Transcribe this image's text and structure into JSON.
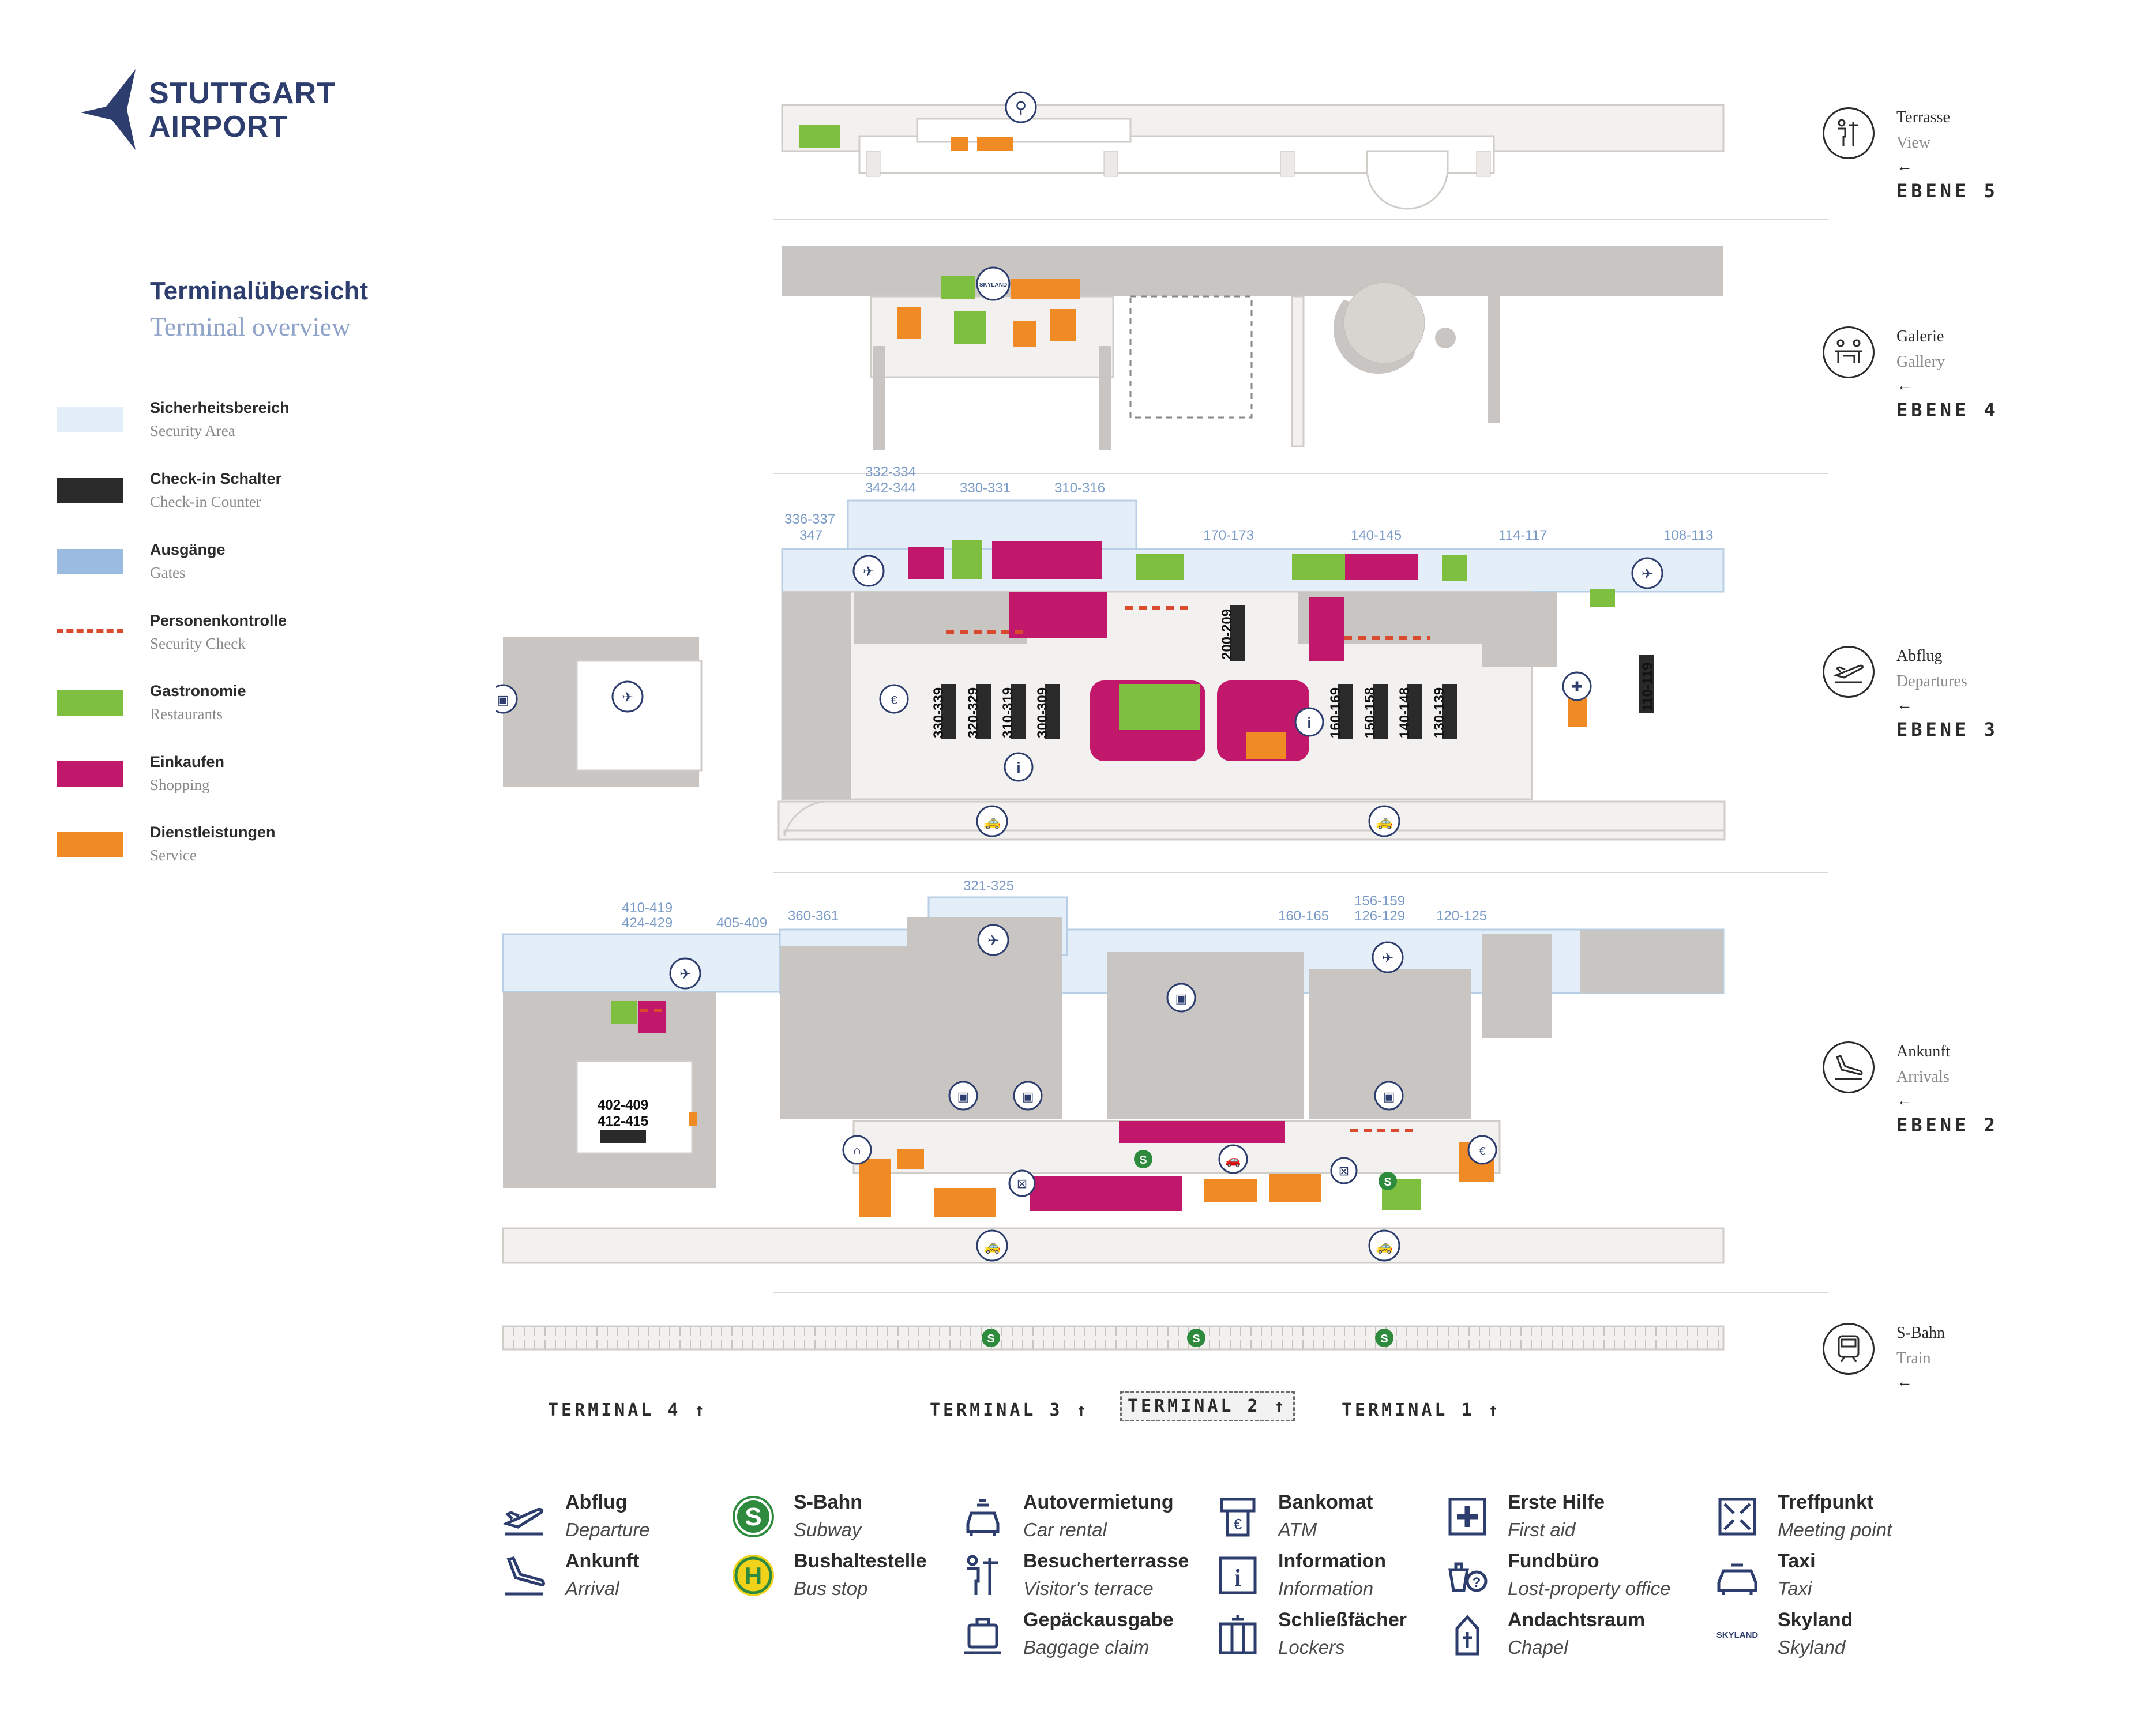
{
  "logo": {
    "line1": "STUTTGART",
    "line2": "AIRPORT"
  },
  "overview": {
    "title_de": "Terminalübersicht",
    "title_en": "Terminal overview"
  },
  "colors": {
    "security": "#e3eef8",
    "checkin": "#2a2a2a",
    "gates": "#9bbbe0",
    "seccheck": "#d94a2e",
    "gastro": "#7fbf3f",
    "shopping": "#c2186b",
    "service": "#f08a24",
    "building": "#c9c5c2",
    "navy": "#2d3e6e"
  },
  "legend": [
    {
      "de": "Sicherheitsbereich",
      "en": "Security Area",
      "type": "security"
    },
    {
      "de": "Check-in Schalter",
      "en": "Check-in Counter",
      "type": "checkin"
    },
    {
      "de": "Ausgänge",
      "en": "Gates",
      "type": "gates"
    },
    {
      "de": "Personenkontrolle",
      "en": "Security Check",
      "type": "seccheck"
    },
    {
      "de": "Gastronomie",
      "en": "Restaurants",
      "type": "gastro"
    },
    {
      "de": "Einkaufen",
      "en": "Shopping",
      "type": "shopping"
    },
    {
      "de": "Dienstleistungen",
      "en": "Service",
      "type": "service"
    }
  ],
  "levels": [
    {
      "de": "Terrasse",
      "en": "View",
      "arrow": "←",
      "ebene": "EBENE 5",
      "icon": "visitor-terrace-icon"
    },
    {
      "de": "Galerie",
      "en": "Gallery",
      "arrow": "←",
      "ebene": "EBENE 4",
      "icon": "gallery-icon"
    },
    {
      "de": "Abflug",
      "en": "Departures",
      "arrow": "←",
      "ebene": "EBENE 3",
      "icon": "departure-icon"
    },
    {
      "de": "Ankunft",
      "en": "Arrivals",
      "arrow": "←",
      "ebene": "EBENE 2",
      "icon": "arrival-icon"
    },
    {
      "de": "S-Bahn",
      "en": "Train",
      "arrow": "←",
      "ebene": "",
      "icon": "train-icon"
    }
  ],
  "map": {
    "skyland_badge": "SKYLAND",
    "gates_l3": {
      "g332": "332-334",
      "g342": "342-344",
      "g330": "330-331",
      "g310": "310-316",
      "g336": "336-337",
      "g347": "347",
      "g170": "170-173",
      "g140": "140-145",
      "g114": "114-117",
      "g108": "108-113"
    },
    "checkin_l3": [
      "330-339",
      "320-329",
      "310-319",
      "300-309",
      "200-209",
      "160-169",
      "150-158",
      "140-148",
      "130-139",
      "110-119"
    ],
    "gates_l2": {
      "g410": "410-419",
      "g424": "424-429",
      "g405": "405-409",
      "g360": "360-361",
      "g321": "321-325",
      "g160": "160-165",
      "g156": "156-159",
      "g126": "126-129",
      "g120": "120-125"
    },
    "checkin_l2": {
      "a": "402-409",
      "b": "412-415"
    },
    "sbahn_symbol": "S"
  },
  "terminals": [
    {
      "label": "TERMINAL 4 ↑"
    },
    {
      "label": "TERMINAL 3 ↑"
    },
    {
      "label": "TERMINAL 2 ↑"
    },
    {
      "label": "TERMINAL 1 ↑"
    }
  ],
  "bottom_legend": [
    {
      "de": "Abflug",
      "en": "Departure",
      "icon": "departure-icon"
    },
    {
      "de": "Ankunft",
      "en": "Arrival",
      "icon": "arrival-icon"
    },
    {
      "de": "S-Bahn",
      "en": "Subway",
      "icon": "s-bahn-icon",
      "glyph": "S"
    },
    {
      "de": "Bushaltestelle",
      "en": "Bus stop",
      "icon": "bus-stop-icon",
      "glyph": "H"
    },
    {
      "de": "Autovermietung",
      "en": "Car rental",
      "icon": "car-rental-icon"
    },
    {
      "de": "Besucherterrasse",
      "en": "Visitor's terrace",
      "icon": "visitor-terrace-icon"
    },
    {
      "de": "Gepäckausgabe",
      "en": "Baggage claim",
      "icon": "baggage-claim-icon"
    },
    {
      "de": "Bankomat",
      "en": "ATM",
      "icon": "atm-icon"
    },
    {
      "de": "Information",
      "en": "Information",
      "icon": "information-icon"
    },
    {
      "de": "Schließfächer",
      "en": "Lockers",
      "icon": "lockers-icon"
    },
    {
      "de": "Erste Hilfe",
      "en": "First aid",
      "icon": "first-aid-icon"
    },
    {
      "de": "Fundbüro",
      "en": "Lost-property office",
      "icon": "lost-property-icon"
    },
    {
      "de": "Andachtsraum",
      "en": "Chapel",
      "icon": "chapel-icon"
    },
    {
      "de": "Treffpunkt",
      "en": "Meeting point",
      "icon": "meeting-point-icon"
    },
    {
      "de": "Taxi",
      "en": "Taxi",
      "icon": "taxi-icon"
    },
    {
      "de": "Skyland",
      "en": "Skyland",
      "icon": "skyland-icon",
      "glyph": "SKYLAND"
    }
  ]
}
